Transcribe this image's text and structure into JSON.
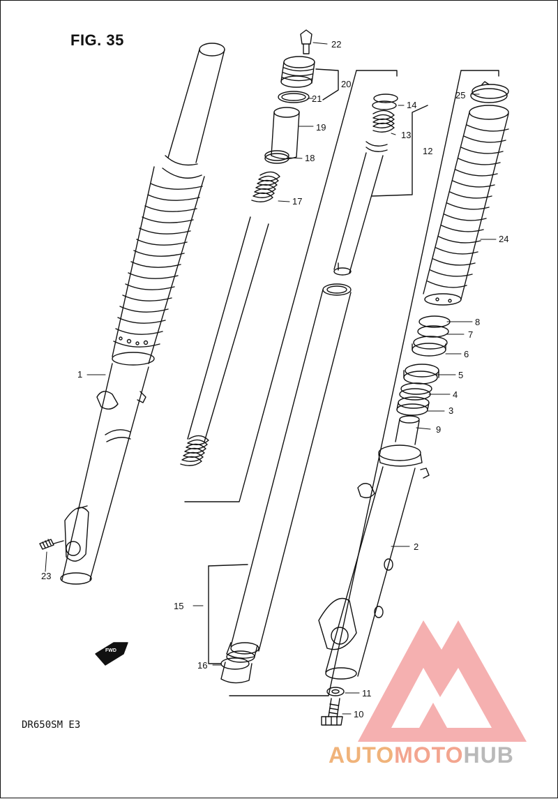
{
  "figure": {
    "title": "FIG. 35",
    "model": "DR650SM  E3"
  },
  "callouts": [
    {
      "id": "1",
      "label": "1"
    },
    {
      "id": "2",
      "label": "2"
    },
    {
      "id": "3",
      "label": "3"
    },
    {
      "id": "4",
      "label": "4"
    },
    {
      "id": "5",
      "label": "5"
    },
    {
      "id": "6",
      "label": "6"
    },
    {
      "id": "7",
      "label": "7"
    },
    {
      "id": "8",
      "label": "8"
    },
    {
      "id": "9",
      "label": "9"
    },
    {
      "id": "10",
      "label": "10"
    },
    {
      "id": "11",
      "label": "11"
    },
    {
      "id": "12",
      "label": "12"
    },
    {
      "id": "13",
      "label": "13"
    },
    {
      "id": "14",
      "label": "14"
    },
    {
      "id": "15",
      "label": "15"
    },
    {
      "id": "16",
      "label": "16"
    },
    {
      "id": "17",
      "label": "17"
    },
    {
      "id": "18",
      "label": "18"
    },
    {
      "id": "19",
      "label": "19"
    },
    {
      "id": "20",
      "label": "20"
    },
    {
      "id": "21",
      "label": "21"
    },
    {
      "id": "22",
      "label": "22"
    },
    {
      "id": "23",
      "label": "23"
    },
    {
      "id": "24",
      "label": "24"
    },
    {
      "id": "25",
      "label": "25"
    }
  ],
  "watermark": {
    "part1": "AUTO",
    "part2": "MOTO",
    "part3": "HUB",
    "colors": {
      "red": "#f08a8a",
      "orange": "#f0b37a",
      "gray": "#b9b9b9"
    }
  },
  "front_marker": {
    "text": "FWD"
  }
}
